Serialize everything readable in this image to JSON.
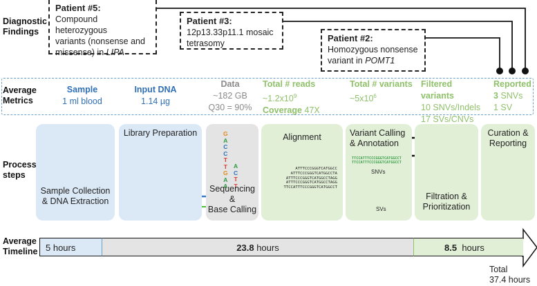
{
  "row_labels": {
    "diagnostic": [
      "Diagnostic",
      "Findings"
    ],
    "metrics": [
      "Average",
      "Metrics"
    ],
    "process": [
      "Process",
      "steps"
    ],
    "timeline": [
      "Average",
      "Timeline"
    ]
  },
  "patients": [
    {
      "title": "Patient #5:",
      "lines": [
        "Compound heterozygous",
        "variants (nonsense and",
        "missense) in"
      ],
      "gene": "LIPA"
    },
    {
      "title": "Patient #3:",
      "lines": [
        "12p13.33p11.1 mosaic",
        "tetrasomy"
      ],
      "gene": ""
    },
    {
      "title": "Patient #2:",
      "lines": [
        "Homozygous nonsense",
        "variant in"
      ],
      "gene": "POMT1"
    }
  ],
  "metrics": {
    "sample": {
      "label": "Sample",
      "value": "1 ml blood"
    },
    "input_dna": {
      "label": "Input DNA",
      "value": "1.14 µg"
    },
    "data": {
      "label": "Data",
      "size": "~182 GB",
      "q30": "Q30 = 90%"
    },
    "reads": {
      "label": "Total # reads",
      "value": "~1.2x10",
      "exp": "9",
      "coverage_label": "Coverage",
      "coverage_value": "47X"
    },
    "variants": {
      "label": "Total # variants",
      "value": "~5x10",
      "exp": "6"
    },
    "filtered": {
      "label": "Filtered variants",
      "snvs": "10 SNVs/Indels",
      "svs": "17 SVs/CNVs"
    },
    "reported": {
      "label": "Reported",
      "snvs_num": "3",
      "snvs_unit": "SNVs",
      "svs": "1 SV"
    }
  },
  "steps": {
    "collection": "Sample Collection\n& DNA Extraction",
    "library": "Library Preparation",
    "sequencing": "Sequencing &\nBase Calling",
    "alignment": "Alignment",
    "calling": "Variant Calling\n& Annotation",
    "calling_snvs": "SNVs",
    "calling_svs": "SVs",
    "filtration": "Filtration &\nPrioritization",
    "curation": "Curation &\nReporting"
  },
  "seq_letters_left": [
    "G",
    "A",
    "C",
    "C",
    "T",
    "T",
    "G",
    "A",
    "A"
  ],
  "seq_letters_right": [
    "A",
    "C",
    "T",
    "T"
  ],
  "alignment_reads": [
    "ATTTCCCGGGTCATGGCC",
    "ATTTCCCGGGTCATGGCCTA",
    "ATTTCCCGGGTCATGGCCTAGG",
    "ATTTCCCGGGTCATGGCCTAGG",
    "TTCCATTTCCCGGGTCATGGCCT"
  ],
  "snv_reads": [
    "TTCCATTTCCCGGGTCATGGCCT",
    "TTCCATTTCCCGGGTCATGGCCT"
  ],
  "timeline": {
    "seg1": "5 hours",
    "seg2_num": "23.8",
    "seg2_unit": "hours",
    "seg3_num": "8.5",
    "seg3_unit": "hours",
    "total_label": "Total",
    "total_value": "37.4 hours"
  },
  "colors": {
    "blue": "#2f6fb5",
    "green": "#8fc06a",
    "gray": "#8a8a8a",
    "box_blue": "#dbe8f6",
    "box_gray": "#e4e4e4",
    "box_green": "#e2efd7"
  }
}
